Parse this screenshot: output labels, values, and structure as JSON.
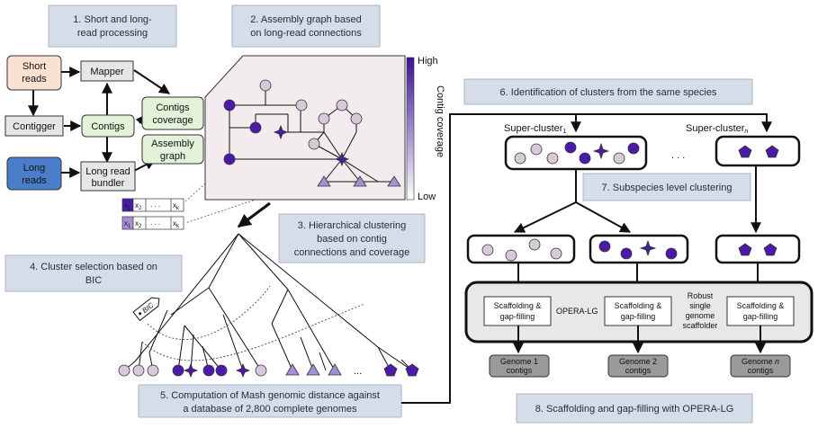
{
  "steps": {
    "s1": [
      "1. Short and long-",
      "read processing"
    ],
    "s2": [
      "2. Assembly graph based",
      "on long-read connections"
    ],
    "s3": [
      "3. Hierarchical clustering",
      "based on contig",
      "connections and coverage"
    ],
    "s4": [
      "4. Cluster selection based on",
      "BIC"
    ],
    "s5": [
      "5. Computation of Mash genomic distance against",
      "a database of 2,800 complete genomes"
    ],
    "s6": "6. Identification of clusters from the same species",
    "s7": "7. Subspecies level clustering",
    "s8": "8. Scaffolding and gap-filling with OPERA-LG"
  },
  "nodes": {
    "short_reads": [
      "Short",
      "reads"
    ],
    "long_reads": [
      "Long",
      "reads"
    ],
    "mapper": "Mapper",
    "contigger": "Contigger",
    "contigs": "Contigs",
    "long_read_bundler": [
      "Long read",
      "bundler"
    ],
    "contigs_coverage": [
      "Contigs",
      "coverage"
    ],
    "assembly_graph": [
      "Assembly",
      "graph"
    ]
  },
  "vectors": {
    "row1": [
      "x",
      "x",
      "x"
    ],
    "row1_sub": [
      "1",
      "2",
      "k"
    ],
    "row2": [
      "x",
      "x",
      "x"
    ],
    "row2_sub": [
      "1",
      "2",
      "k"
    ],
    "dots": ". . ."
  },
  "legend": {
    "high": "High",
    "low": "Low",
    "axis_label": "Contig coverage"
  },
  "bic": {
    "label": "BIC"
  },
  "tree": {
    "ellipsis": "..."
  },
  "clusters": {
    "super_cluster_1": "Super-cluster",
    "super_cluster_1_sub": "1",
    "super_cluster_n": "Super-cluster",
    "super_cluster_n_sub": "n",
    "ellipsis": ". . ."
  },
  "scaffolding": {
    "box_label": [
      "Scaffolding &",
      "gap-filling"
    ],
    "opera_lg": "OPERA-LG",
    "robust": [
      "Robust",
      "single",
      "genome",
      "scaffolder"
    ]
  },
  "genomes": {
    "g1": [
      "Genome 1",
      "contigs"
    ],
    "g2": [
      "Genome 2",
      "contigs"
    ],
    "gn": [
      "Genome ",
      "n",
      "contigs"
    ]
  },
  "colors": {
    "step_box": "#d6dde9",
    "short_reads": "#fbe1cf",
    "long_reads": "#4a7ec8",
    "green_box": "#e4f2d9",
    "grey_box": "#e6e6e6",
    "graph_panel": "#f2ecef",
    "light_node": "#d8c8d8",
    "dark_node": "#4b1aa8",
    "purple_mid": "#6b3fc0",
    "light_purple": "#a78fd8",
    "genome_box": "#9a9a9a",
    "scaffold_panel": "#e8e8e8"
  }
}
